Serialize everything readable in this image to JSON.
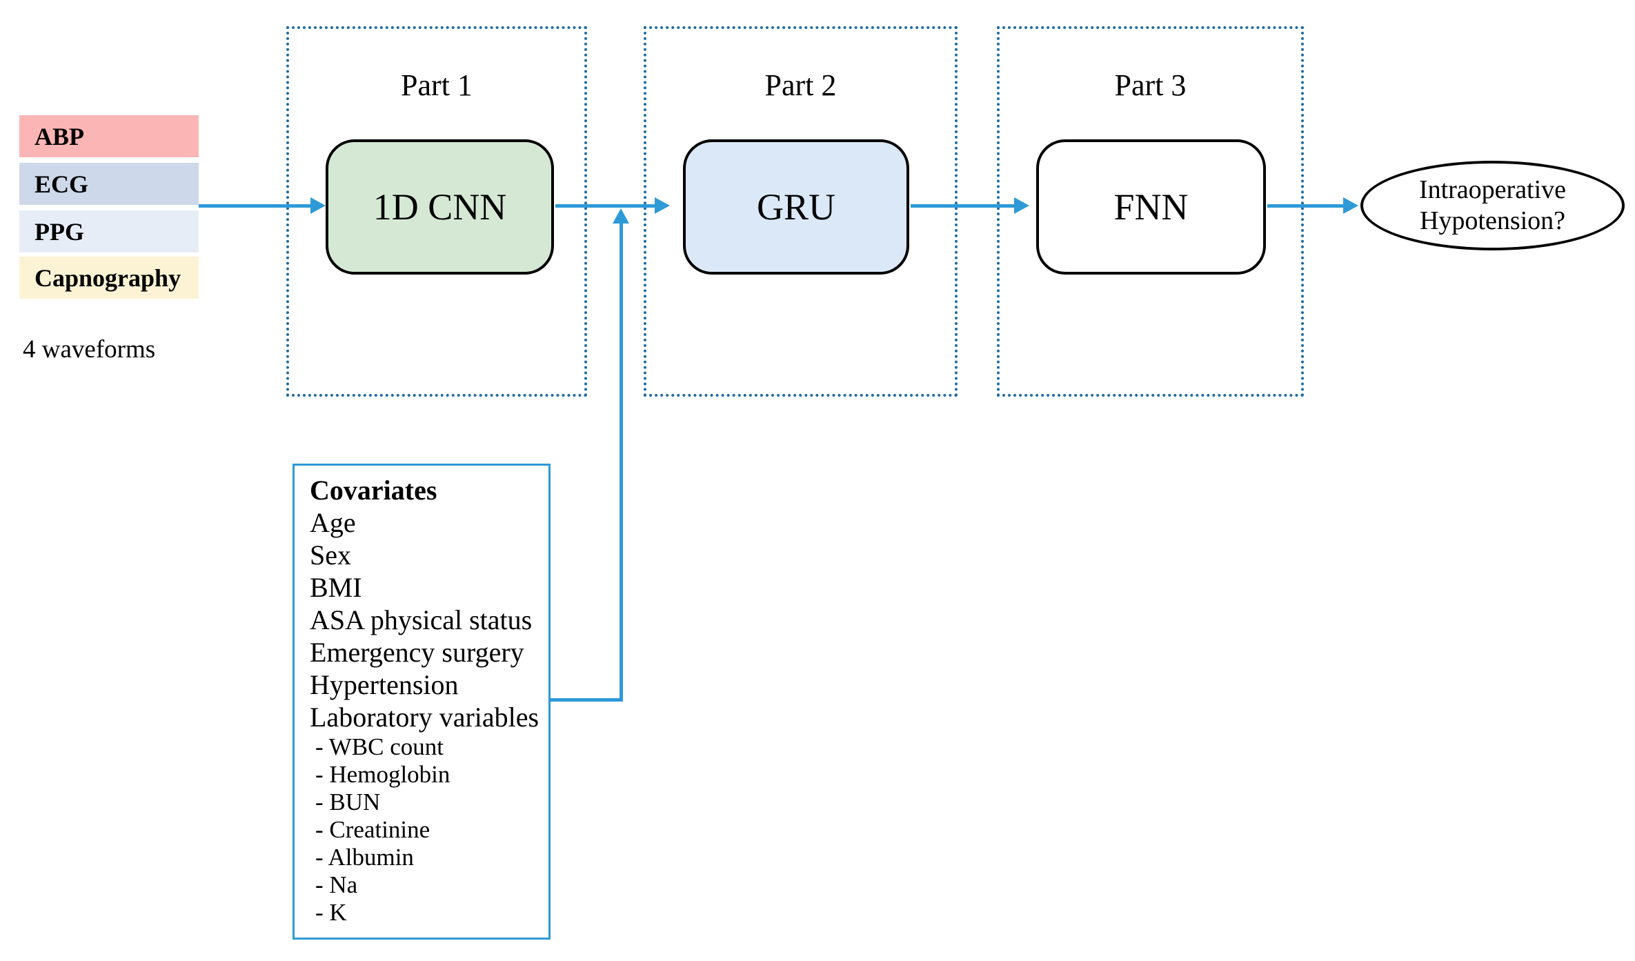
{
  "waveforms": {
    "items": [
      {
        "label": "ABP",
        "color": "#fbb5b4"
      },
      {
        "label": "ECG",
        "color": "#cdd9ea"
      },
      {
        "label": "PPG",
        "color": "#e7edf7"
      },
      {
        "label": "Capnography",
        "color": "#fcf2d4"
      }
    ],
    "caption": "4 waveforms"
  },
  "parts": [
    {
      "title": "Part 1",
      "block": "1D CNN",
      "block_color": "#d5e8d4"
    },
    {
      "title": "Part 2",
      "block": "GRU",
      "block_color": "#dae8f8"
    },
    {
      "title": "Part 3",
      "block": "FNN",
      "block_color": "#ffffff"
    }
  ],
  "output": {
    "line1": "Intraoperative",
    "line2": "Hypotension?"
  },
  "covariates": {
    "title": "Covariates",
    "items": [
      "Age",
      "Sex",
      "BMI",
      "ASA physical status",
      "Emergency surgery",
      "Hypertension",
      "Laboratory variables"
    ],
    "sub_items": [
      "- WBC count",
      "- Hemoglobin",
      "- BUN",
      "- Creatinine",
      "- Albumin",
      "- Na",
      "- K"
    ]
  },
  "colors": {
    "arrow": "#2e9ad7",
    "dotted_border": "#1c6ba2",
    "covariates_border": "#2e9ad7",
    "block_border": "#000000"
  }
}
